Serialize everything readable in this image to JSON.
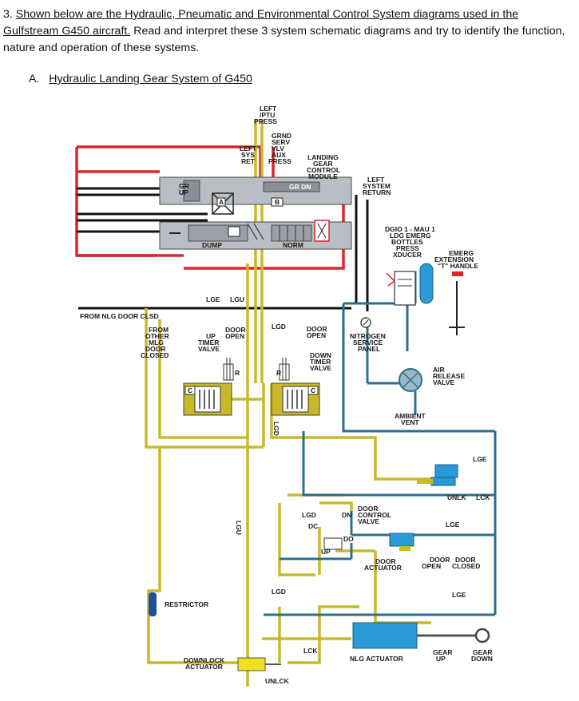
{
  "question": {
    "number": "3.",
    "part1": "Shown below are the Hydraulic, Pneumatic and Environmental Control System diagrams used in the",
    "part2": "Gulfstream G450 aircraft.",
    "part3": " Read and interpret these 3 system schematic diagrams and try to identify the function, nature and operation of these systems."
  },
  "section": {
    "letter": "A.",
    "title": "Hydraulic Landing Gear System of G450"
  },
  "labels": {
    "left_ptu_1": "LEFT",
    "left_ptu_2": "/PTU",
    "left_ptu_3": "PRESS",
    "grnd_1": "GRND",
    "grnd_2": "SERV",
    "grnd_3": "VLV",
    "grnd_4": "AUX",
    "grnd_5": "PRESS",
    "left_sys_1": "LEFT",
    "left_sys_2": "SYS",
    "left_sys_3": "RET",
    "lgcm_1": "LANDING",
    "lgcm_2": "GEAR",
    "lgcm_3": "CONTROL",
    "lgcm_4": "MODULE",
    "lsr_1": "LEFT",
    "lsr_2": "SYSTEM",
    "lsr_3": "RETURN",
    "gr_up_1": "GR",
    "gr_up_2": "UP",
    "gr_dn": "GR DN",
    "a": "A",
    "b": "B",
    "dump": "DUMP",
    "norm": "NORM",
    "dgio_1": "DGIO 1 - MAU 1",
    "dgio_2": "LDG EMERG",
    "dgio_3": "BOTTLES",
    "dgio_4": "PRESS",
    "dgio_5": "XDUCER",
    "emerg_1": "EMERG",
    "emerg_2": "EXTENSION",
    "emerg_3": "\"T\" HANDLE",
    "lge": "LGE",
    "lgu": "LGU",
    "from_nlg": "FROM NLG DOOR CLSD",
    "from_other_1": "FROM",
    "from_other_2": "OTHER",
    "from_other_3": "MLG",
    "from_other_4": "DOOR",
    "from_other_5": "CLOSED",
    "up_timer_1": "UP",
    "up_timer_2": "TIMER",
    "up_timer_3": "VALVE",
    "door_open_1": "DOOR",
    "door_open_2": "OPEN",
    "lgd": "LGD",
    "door_open2_1": "DOOR",
    "door_open2_2": "OPEN",
    "down_timer_1": "DOWN",
    "down_timer_2": "TIMER",
    "down_timer_3": "VALVE",
    "nitrogen_1": "NITROGEN",
    "nitrogen_2": "SERVICE",
    "nitrogen_3": "PANEL",
    "air_1": "AIR",
    "air_2": "RELEASE",
    "air_3": "VALVE",
    "ambient_1": "AMBIENT",
    "ambient_2": "VENT",
    "r1": "R",
    "r2": "R",
    "c1": "C",
    "c2": "C",
    "lgd_vert": "LGD",
    "lgu_vert": "LGU",
    "lge_r1": "LGE",
    "unlk": "UNLK",
    "lck": "LCK",
    "door_ctrl_1": "DOOR",
    "door_ctrl_2": "CONTROL",
    "door_ctrl_3": "VALVE",
    "lgd_2": "LGD",
    "dn": "DN",
    "dc": "DC",
    "do": "DO",
    "up": "UP",
    "lge_r2": "LGE",
    "door_act_1": "DOOR",
    "door_act_2": "ACTUATOR",
    "door_open3_1": "DOOR",
    "door_open3_2": "OPEN",
    "door_closed_1": "DOOR",
    "door_closed_2": "CLOSED",
    "lgd_3": "LGD",
    "lge_r3": "LGE",
    "restrictor": "RESTRICTOR",
    "lck_2": "LCK",
    "nlg_act": "NLG ACTUATOR",
    "gear_up_1": "GEAR",
    "gear_up_2": "UP",
    "gear_down_1": "GEAR",
    "gear_down_2": "DOWN",
    "downlock_1": "DOWNLOCK",
    "downlock_2": "ACTUATOR",
    "unlck": "UNLCK"
  },
  "colors": {
    "pressure": "#d9262e",
    "return": "#111111",
    "gear_line": "#c9b92a",
    "pneumatic": "#2a6f8e",
    "actuator": "#2a9ad6",
    "module": "#b9bec4"
  }
}
